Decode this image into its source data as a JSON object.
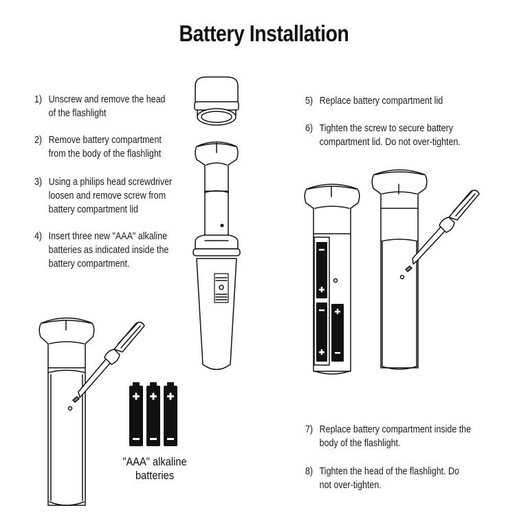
{
  "title": "Battery Installation",
  "steps": [
    {
      "num": "1)",
      "text": "Unscrew and remove the head of the flashlight"
    },
    {
      "num": "2)",
      "text": "Remove battery compartment from the body of the flashlight"
    },
    {
      "num": "3)",
      "text": "Using a philips head screwdriver loosen and remove screw from battery compartment lid"
    },
    {
      "num": "4)",
      "text": "Insert three new \"AAA\" alkaline batteries as indicated inside the battery compartment."
    },
    {
      "num": "5)",
      "text": "Replace battery compartment lid"
    },
    {
      "num": "6)",
      "text": "Tighten the screw to secure battery compartment lid. Do not over-tighten."
    },
    {
      "num": "7)",
      "text": "Replace battery compartment inside the body of the flashlight."
    },
    {
      "num": "8)",
      "text": "Tighten the head of the flashlight. Do not over-tighten."
    }
  ],
  "battery_caption": "\"AAA\" alkaline batteries",
  "battery_symbols": {
    "plus": "+",
    "minus": "−"
  },
  "illustrations": {
    "exploded_flashlight": "flashlight-exploded-illustration",
    "compartment_screwdriver_left": "compartment-with-screwdriver-illustration",
    "compartment_open_batteries": "compartment-with-batteries-illustration",
    "compartment_screwdriver_right": "compartment-lid-screwdriver-illustration"
  }
}
